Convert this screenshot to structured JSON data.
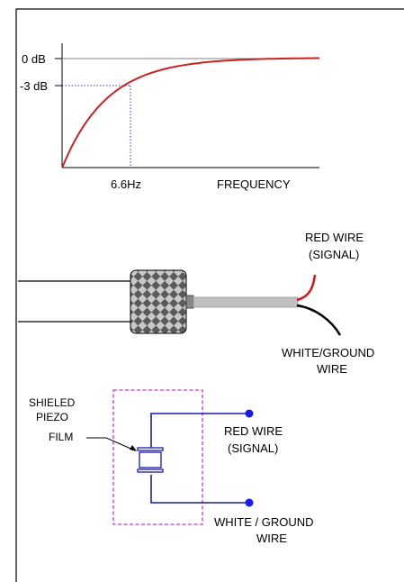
{
  "response_chart": {
    "chart_data": {
      "type": "line",
      "xlabel": "FREQUENCY",
      "y_tick_labels": [
        "0 dB",
        "-3 dB"
      ],
      "x_tick_labels": [
        "6.6Hz"
      ],
      "series": [
        {
          "values": []
        }
      ]
    },
    "curve_color": "#cc2222",
    "guide_color": "#3333aa"
  },
  "cable": {
    "red_wire_label_line1": "RED WIRE",
    "red_wire_label_line2": "(SIGNAL)",
    "ground_wire_label_line1": "WHITE/GROUND",
    "ground_wire_label_line2": "WIRE",
    "red_wire_color": "#dd1111",
    "ground_wire_color": "#000000",
    "sheath_color": "#c0c0c0"
  },
  "schematic": {
    "piezo_label_line1": "SHIELED",
    "piezo_label_line2": "PIEZO",
    "piezo_label_line3": "FILM",
    "red_wire_label_line1": "RED WIRE",
    "red_wire_label_line2": "(SIGNAL)",
    "ground_wire_label_line1": "WHITE / GROUND",
    "ground_wire_label_line2": "WIRE",
    "shield_color": "#cc33cc",
    "wire_color": "#1a1aaa",
    "terminal_color": "#1a1aee"
  }
}
